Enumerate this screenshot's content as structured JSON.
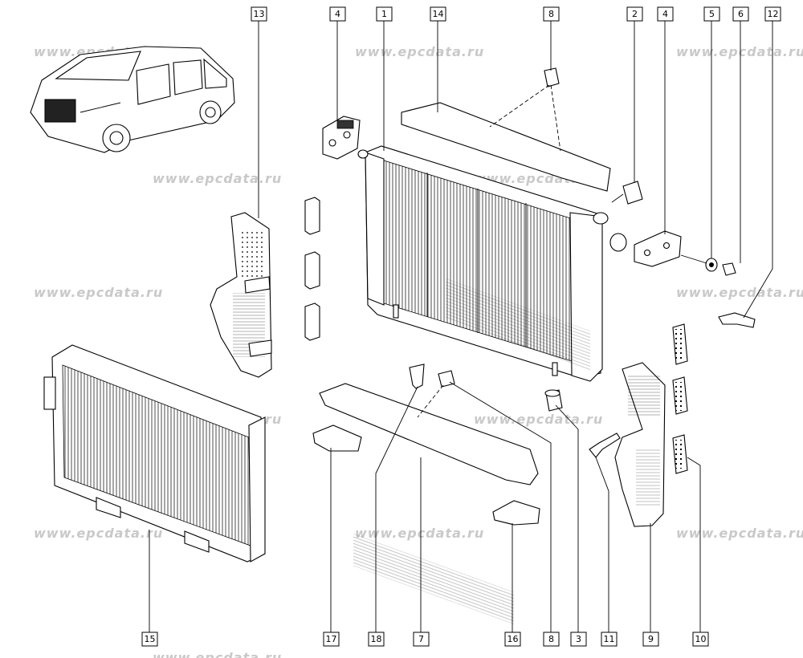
{
  "watermark": "www.epcdata.ru",
  "callouts": {
    "c13": "13",
    "c4a": "4",
    "c1": "1",
    "c14": "14",
    "c8a": "8",
    "c2": "2",
    "c4b": "4",
    "c5": "5",
    "c6": "6",
    "c12": "12",
    "c15": "15",
    "c17": "17",
    "c18": "18",
    "c7": "7",
    "c16": "16",
    "c8b": "8",
    "c3": "3",
    "c11": "11",
    "c9": "9",
    "c10": "10"
  }
}
